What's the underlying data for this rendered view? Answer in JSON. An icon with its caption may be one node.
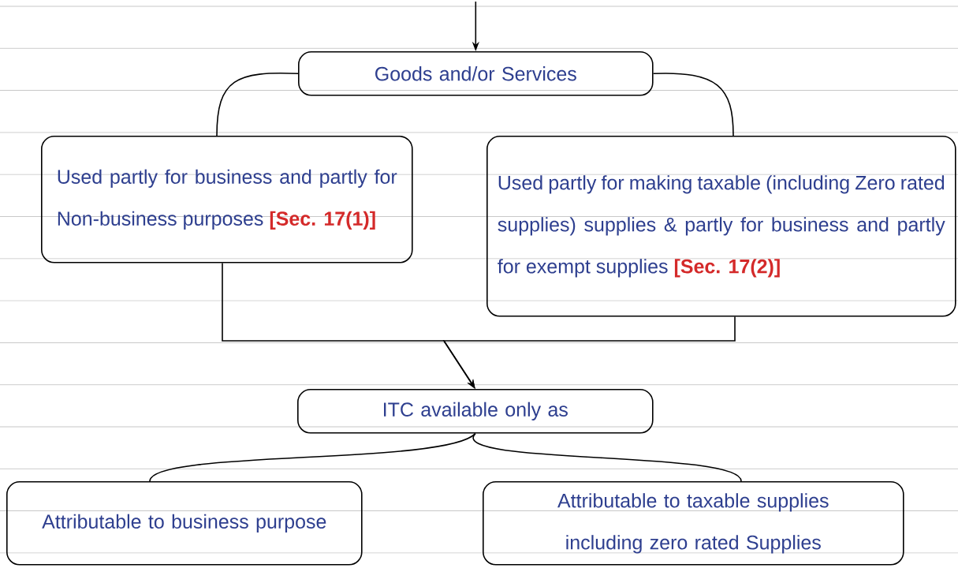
{
  "diagram": {
    "nodes": [
      {
        "text": [
          "Goods and/or Services"
        ]
      },
      {
        "text": [
          "Used partly for business and partly for Non-business purposes",
          "[Sec. 17(1)]"
        ]
      },
      {
        "text": [
          "Used partly for making taxable (including Zero rated supplies) supplies & partly for business and partly for exempt supplies",
          "[Sec. 17(2)]"
        ]
      },
      {
        "text": [
          "ITC available only as"
        ]
      },
      {
        "text": [
          "Attributable to business purpose"
        ]
      },
      {
        "text": [
          "Attributable to taxable supplies including zero rated Supplies"
        ]
      }
    ],
    "edges": [
      {
        "from": null,
        "to": 0,
        "arrow": "to"
      },
      {
        "from": 0,
        "to": 1,
        "arrow": "none"
      },
      {
        "from": 0,
        "to": 2,
        "arrow": "none"
      },
      {
        "from": 1,
        "to": 3,
        "arrow": "to"
      },
      {
        "from": 2,
        "to": 3,
        "arrow": "to"
      },
      {
        "from": 3,
        "to": 4,
        "arrow": "none"
      },
      {
        "from": 3,
        "to": 5,
        "arrow": "none"
      }
    ]
  }
}
